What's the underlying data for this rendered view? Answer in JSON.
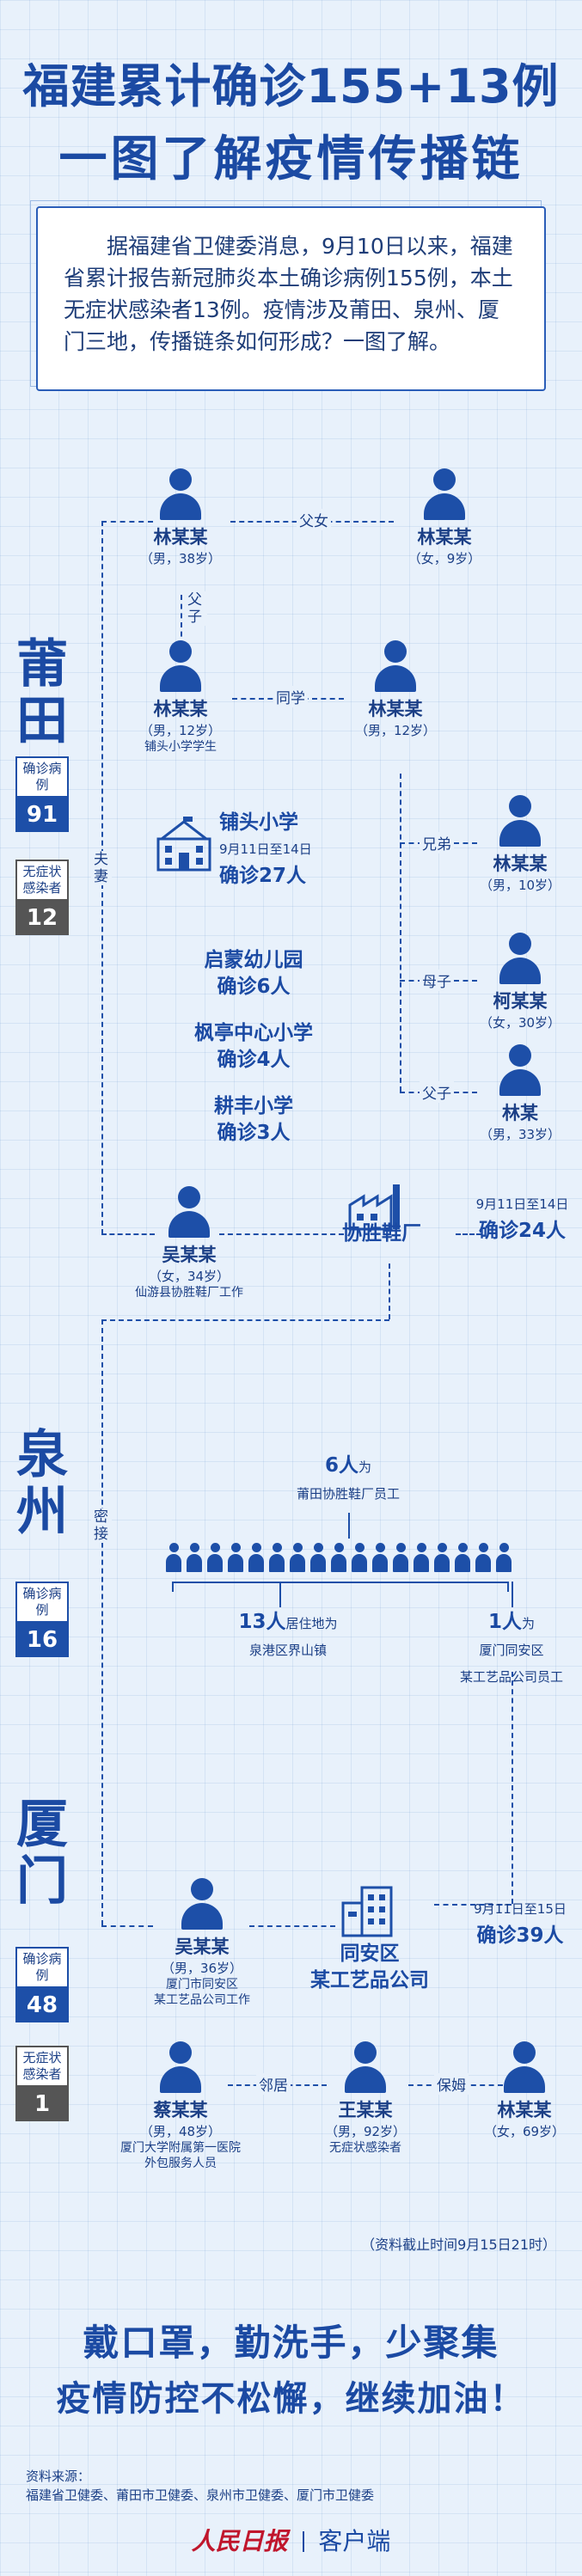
{
  "title": {
    "line1": "福建累计确诊155+13例",
    "line2": "一图了解疫情传播链"
  },
  "intro": "据福建省卫健委消息，9月10日以来，福建省累计报告新冠肺炎本土确诊病例155例，本土无症状感染者13例。疫情涉及莆田、泉州、厦门三地，传播链条如何形成？一图了解。",
  "cities": {
    "putian": {
      "name": "莆田",
      "confirmed_label": "确诊病例",
      "confirmed": "91",
      "asym_label": "无症状感染者",
      "asym": "12"
    },
    "quanzhou": {
      "name": "泉州",
      "confirmed_label": "确诊病例",
      "confirmed": "16"
    },
    "xiamen": {
      "name": "厦门",
      "confirmed_label": "确诊病例",
      "confirmed": "48",
      "asym_label": "无症状感染者",
      "asym": "1"
    }
  },
  "people": {
    "lin38": {
      "name": "林某某",
      "info": "（男，38岁）"
    },
    "lin9": {
      "name": "林某某",
      "info": "（女，9岁）"
    },
    "lin12a": {
      "name": "林某某",
      "info": "（男，12岁）",
      "note": "铺头小学学生"
    },
    "lin12b": {
      "name": "林某某",
      "info": "（男，12岁）"
    },
    "lin10": {
      "name": "林某某",
      "info": "（男，10岁）"
    },
    "ke30": {
      "name": "柯某某",
      "info": "（女，30岁）"
    },
    "lin33": {
      "name": "林某",
      "info": "（男，33岁）"
    },
    "wu34": {
      "name": "吴某某",
      "info": "（女，34岁）",
      "note": "仙游县协胜鞋厂工作"
    },
    "wu36": {
      "name": "吴某某",
      "info": "（男，36岁）",
      "note1": "厦门市同安区",
      "note2": "某工艺品公司工作"
    },
    "cai48": {
      "name": "蔡某某",
      "info": "（男，48岁）",
      "note1": "厦门大学附属第一医院",
      "note2": "外包服务人员"
    },
    "wang92": {
      "name": "王某某",
      "info": "（男，92岁）",
      "note": "无症状感染者"
    },
    "lin69": {
      "name": "林某某",
      "info": "（女，69岁）"
    }
  },
  "relations": {
    "father_daughter": "父女",
    "father_son_v": "父子",
    "classmate": "同学",
    "husband_wife": "夫妻",
    "brothers": "兄弟",
    "mother_son": "母子",
    "father_son": "父子",
    "close_contact": "密接",
    "neighbor": "邻居",
    "nanny": "保姆"
  },
  "places": {
    "putou": {
      "name": "铺头小学",
      "date": "9月11日至14日",
      "count": "确诊27人"
    },
    "qimeng": {
      "name": "启蒙幼儿园",
      "count": "确诊6人"
    },
    "fengting": {
      "name": "枫亭中心小学",
      "count": "确诊4人"
    },
    "gengfeng": {
      "name": "耕丰小学",
      "count": "确诊3人"
    },
    "xiesheng": {
      "name": "协胜鞋厂",
      "date": "9月11日至14日",
      "count": "确诊24人"
    },
    "tongan": {
      "name1": "同安区",
      "name2": "某工艺品公司",
      "date": "9月11日至15日",
      "count": "确诊39人"
    }
  },
  "quanzhou_chain": {
    "top_num": "6人",
    "top_unit": "为",
    "top_desc": "莆田协胜鞋厂员工",
    "left_num": "13人",
    "left_desc1": "居住地为",
    "left_desc2": "泉港区界山镇",
    "right_num": "1人",
    "right_desc1": "为",
    "right_desc2": "厦门同安区",
    "right_desc3": "某工艺品公司员工"
  },
  "note": "（资料截止时间9月15日21时）",
  "slogan": {
    "line1": "戴口罩，勤洗手，少聚集",
    "line2": "疫情防控不松懈，继续加油！"
  },
  "source": {
    "label": "资料来源：",
    "text": "福建省卫健委、莆田市卫健委、泉州市卫健委、厦门市卫健委"
  },
  "footer": {
    "brand": "人民日报",
    "client": "客户端"
  },
  "colors": {
    "primary": "#1d4fa8",
    "background": "#e8f1fb",
    "gray": "#555555"
  }
}
